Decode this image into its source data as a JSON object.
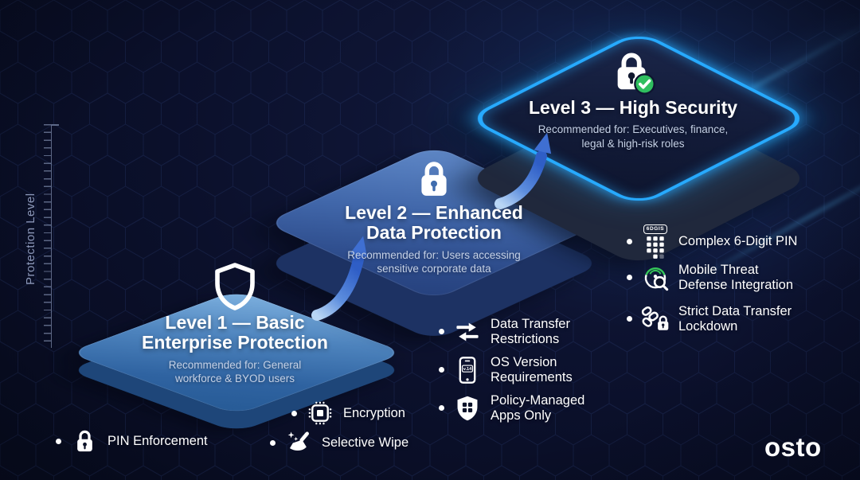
{
  "axis": {
    "label": "Protection Level"
  },
  "levels": [
    {
      "name": "Level 1",
      "icon": "shield-outline-icon",
      "title_lines": [
        "Level 1 — Basic",
        "Enterprise Protection"
      ],
      "subtitle_lines": [
        "Recommended for: General",
        "workforce & BYOD users"
      ],
      "features": [
        {
          "icon": "padlock-icon",
          "lines": [
            "PIN Enforcement"
          ]
        },
        {
          "icon": "cpu-chip-icon",
          "lines": [
            "Encryption"
          ]
        },
        {
          "icon": "broom-icon",
          "lines": [
            "Selective Wipe"
          ]
        }
      ]
    },
    {
      "name": "Level 2",
      "icon": "padlock-icon",
      "title_lines": [
        "Level 2 — Enhanced",
        "Data Protection"
      ],
      "subtitle_lines": [
        "Recommended for: Users accessing",
        "sensitive corporate data"
      ],
      "features": [
        {
          "icon": "transfer-arrows-icon",
          "lines": [
            "Data Transfer",
            "Restrictions"
          ]
        },
        {
          "icon": "phone-os-icon",
          "badge": "v.14",
          "lines": [
            "OS Version",
            "Requirements"
          ]
        },
        {
          "icon": "shield-apps-icon",
          "lines": [
            "Policy-Managed",
            "Apps Only"
          ]
        }
      ]
    },
    {
      "name": "Level 3",
      "icon": "padlock-check-icon",
      "title_lines": [
        "Level 3 — High Security"
      ],
      "subtitle_lines": [
        "Recommended for: Executives, finance,",
        "legal & high-risk roles"
      ],
      "features": [
        {
          "icon": "keypad-icon",
          "badge": "6DGIS",
          "lines": [
            "Complex 6-Digit PIN"
          ]
        },
        {
          "icon": "threat-scan-icon",
          "lines": [
            "Mobile Threat",
            "Defense Integration"
          ]
        },
        {
          "icon": "chain-lock-icon",
          "lines": [
            "Strict Data Transfer",
            "Lockdown"
          ]
        }
      ]
    }
  ],
  "logo": "osto",
  "colors": {
    "background": "#0b102b",
    "neon_accent": "#27aaff",
    "check_green": "#2fbf5f",
    "platform1_top": "#4d83bd",
    "platform2_top": "#4167aa",
    "platform3_top": "#131c3a",
    "text_primary": "#ffffff",
    "text_secondary": "#c5d1e6",
    "axis_color": "#93a2c4"
  }
}
